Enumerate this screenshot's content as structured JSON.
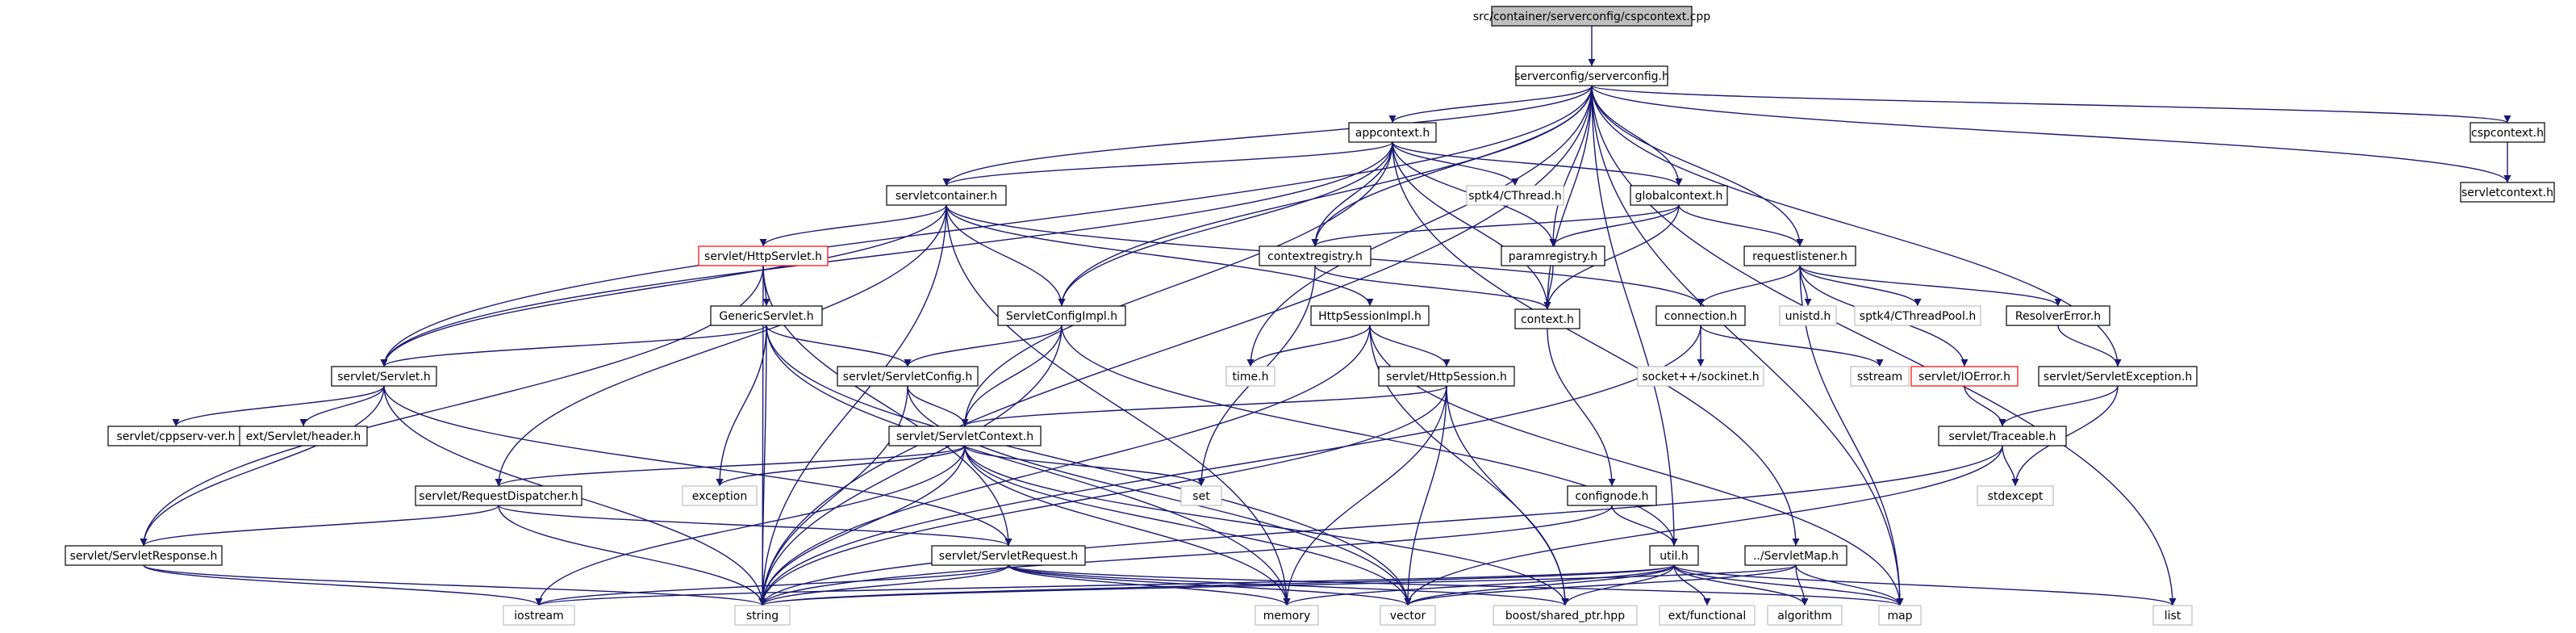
{
  "root_file": "src/container/serverconfig/cspcontext.cpp",
  "colors": {
    "edge": "#191970",
    "node_border_normal": "#000000",
    "node_border_missing": "#bfbfbf",
    "node_border_truncated": "#ff0000",
    "root_fill": "#bfbfbf",
    "text": "#000000"
  },
  "nodes": [
    {
      "id": "root",
      "label": "src/container/serverconfig/cspcontext.cpp",
      "style": "root"
    },
    {
      "id": "serverconfig",
      "label": "serverconfig/serverconfig.h",
      "style": "normal"
    },
    {
      "id": "appcontext",
      "label": "appcontext.h",
      "style": "normal"
    },
    {
      "id": "cspcontext",
      "label": "cspcontext.h",
      "style": "normal"
    },
    {
      "id": "servletcontext_h",
      "label": "servletcontext.h",
      "style": "normal"
    },
    {
      "id": "servletcontainer",
      "label": "servletcontainer.h",
      "style": "normal"
    },
    {
      "id": "cthread",
      "label": "sptk4/CThread.h",
      "style": "missing"
    },
    {
      "id": "globalcontext",
      "label": "globalcontext.h",
      "style": "normal"
    },
    {
      "id": "httpservlet",
      "label": "servlet/HttpServlet.h",
      "style": "truncated"
    },
    {
      "id": "contextregistry",
      "label": "contextregistry.h",
      "style": "normal"
    },
    {
      "id": "paramregistry",
      "label": "paramregistry.h",
      "style": "normal"
    },
    {
      "id": "requestlistener",
      "label": "requestlistener.h",
      "style": "normal"
    },
    {
      "id": "genericservlet",
      "label": "GenericServlet.h",
      "style": "normal"
    },
    {
      "id": "servletconfigimpl",
      "label": "ServletConfigImpl.h",
      "style": "normal"
    },
    {
      "id": "httpsessionimpl",
      "label": "HttpSessionImpl.h",
      "style": "normal"
    },
    {
      "id": "context",
      "label": "context.h",
      "style": "normal"
    },
    {
      "id": "connection",
      "label": "connection.h",
      "style": "normal"
    },
    {
      "id": "unistd",
      "label": "unistd.h",
      "style": "missing"
    },
    {
      "id": "cthreadpool",
      "label": "sptk4/CThreadPool.h",
      "style": "missing"
    },
    {
      "id": "resolvererror",
      "label": "ResolverError.h",
      "style": "normal"
    },
    {
      "id": "servlet",
      "label": "servlet/Servlet.h",
      "style": "normal"
    },
    {
      "id": "servletconfig",
      "label": "servlet/ServletConfig.h",
      "style": "normal"
    },
    {
      "id": "time",
      "label": "time.h",
      "style": "missing"
    },
    {
      "id": "httpsession",
      "label": "servlet/HttpSession.h",
      "style": "normal"
    },
    {
      "id": "socketinet",
      "label": "socket++/sockinet.h",
      "style": "missing"
    },
    {
      "id": "sstream",
      "label": "sstream",
      "style": "missing"
    },
    {
      "id": "ioerror",
      "label": "servlet/IOError.h",
      "style": "truncated"
    },
    {
      "id": "servletexception",
      "label": "servlet/ServletException.h",
      "style": "normal"
    },
    {
      "id": "cppserv_ver",
      "label": "servlet/cppserv-ver.h",
      "style": "normal"
    },
    {
      "id": "ext_header",
      "label": "ext/Servlet/header.h",
      "style": "normal"
    },
    {
      "id": "servletcontext_ns",
      "label": "servlet/ServletContext.h",
      "style": "normal"
    },
    {
      "id": "traceable",
      "label": "servlet/Traceable.h",
      "style": "normal"
    },
    {
      "id": "requestdispatcher",
      "label": "servlet/RequestDispatcher.h",
      "style": "normal"
    },
    {
      "id": "exception",
      "label": "exception",
      "style": "missing"
    },
    {
      "id": "set",
      "label": "set",
      "style": "missing"
    },
    {
      "id": "confignode",
      "label": "confignode.h",
      "style": "normal"
    },
    {
      "id": "stdexcept",
      "label": "stdexcept",
      "style": "missing"
    },
    {
      "id": "servletresponse",
      "label": "servlet/ServletResponse.h",
      "style": "normal"
    },
    {
      "id": "servletrequest",
      "label": "servlet/ServletRequest.h",
      "style": "normal"
    },
    {
      "id": "util",
      "label": "util.h",
      "style": "normal"
    },
    {
      "id": "servletmap",
      "label": "../ServletMap.h",
      "style": "normal"
    },
    {
      "id": "iostream",
      "label": "iostream",
      "style": "missing"
    },
    {
      "id": "string",
      "label": "string",
      "style": "missing"
    },
    {
      "id": "memory",
      "label": "memory",
      "style": "missing"
    },
    {
      "id": "vector",
      "label": "vector",
      "style": "missing"
    },
    {
      "id": "shared_ptr",
      "label": "boost/shared_ptr.hpp",
      "style": "missing"
    },
    {
      "id": "ext_functional",
      "label": "ext/functional",
      "style": "missing"
    },
    {
      "id": "algorithm",
      "label": "algorithm",
      "style": "missing"
    },
    {
      "id": "map",
      "label": "map",
      "style": "missing"
    },
    {
      "id": "list",
      "label": "list",
      "style": "missing"
    }
  ],
  "edges": [
    [
      "root",
      "serverconfig"
    ],
    [
      "serverconfig",
      "appcontext"
    ],
    [
      "serverconfig",
      "cspcontext"
    ],
    [
      "serverconfig",
      "servletcontext_h"
    ],
    [
      "serverconfig",
      "servletcontainer"
    ],
    [
      "serverconfig",
      "globalcontext"
    ],
    [
      "serverconfig",
      "contextregistry"
    ],
    [
      "serverconfig",
      "paramregistry"
    ],
    [
      "serverconfig",
      "requestlistener"
    ],
    [
      "serverconfig",
      "servletconfigimpl"
    ],
    [
      "serverconfig",
      "context"
    ],
    [
      "serverconfig",
      "servlet"
    ],
    [
      "serverconfig",
      "time"
    ],
    [
      "serverconfig",
      "servletexception"
    ],
    [
      "serverconfig",
      "util"
    ],
    [
      "serverconfig",
      "string"
    ],
    [
      "serverconfig",
      "map"
    ],
    [
      "serverconfig",
      "list"
    ],
    [
      "cspcontext",
      "servletcontext_h"
    ],
    [
      "appcontext",
      "servletcontainer"
    ],
    [
      "appcontext",
      "cthread"
    ],
    [
      "appcontext",
      "globalcontext"
    ],
    [
      "appcontext",
      "contextregistry"
    ],
    [
      "appcontext",
      "paramregistry"
    ],
    [
      "appcontext",
      "context"
    ],
    [
      "appcontext",
      "servletconfigimpl"
    ],
    [
      "appcontext",
      "servletcontext_ns"
    ],
    [
      "appcontext",
      "servlet"
    ],
    [
      "appcontext",
      "servletmap"
    ],
    [
      "servletcontainer",
      "httpservlet"
    ],
    [
      "servletcontainer",
      "servlet"
    ],
    [
      "servletcontainer",
      "servletconfigimpl"
    ],
    [
      "servletcontainer",
      "httpsessionimpl"
    ],
    [
      "servletcontainer",
      "connection"
    ],
    [
      "servletcontainer",
      "requestdispatcher"
    ],
    [
      "servletcontainer",
      "string"
    ],
    [
      "servletcontainer",
      "memory"
    ],
    [
      "httpservlet",
      "genericservlet"
    ],
    [
      "httpservlet",
      "servletrequest"
    ],
    [
      "httpservlet",
      "servletresponse"
    ],
    [
      "httpservlet",
      "string"
    ],
    [
      "globalcontext",
      "contextregistry"
    ],
    [
      "globalcontext",
      "paramregistry"
    ],
    [
      "globalcontext",
      "requestlistener"
    ],
    [
      "globalcontext",
      "context"
    ],
    [
      "contextregistry",
      "context"
    ],
    [
      "contextregistry",
      "set"
    ],
    [
      "paramregistry",
      "context"
    ],
    [
      "requestlistener",
      "connection"
    ],
    [
      "requestlistener",
      "unistd"
    ],
    [
      "requestlistener",
      "cthreadpool"
    ],
    [
      "requestlistener",
      "resolvererror"
    ],
    [
      "requestlistener",
      "ioerror"
    ],
    [
      "requestlistener",
      "map"
    ],
    [
      "genericservlet",
      "servlet"
    ],
    [
      "genericservlet",
      "servletconfig"
    ],
    [
      "genericservlet",
      "exception"
    ],
    [
      "genericservlet",
      "string"
    ],
    [
      "genericservlet",
      "memory"
    ],
    [
      "genericservlet",
      "vector"
    ],
    [
      "servletconfigimpl",
      "servletconfig"
    ],
    [
      "servletconfigimpl",
      "servletcontext_ns"
    ],
    [
      "servletconfigimpl",
      "string"
    ],
    [
      "servletconfigimpl",
      "util"
    ],
    [
      "httpsessionimpl",
      "httpsession"
    ],
    [
      "httpsessionimpl",
      "time"
    ],
    [
      "httpsessionimpl",
      "string"
    ],
    [
      "httpsessionimpl",
      "map"
    ],
    [
      "httpsessionimpl",
      "shared_ptr"
    ],
    [
      "context",
      "confignode"
    ],
    [
      "connection",
      "socketinet"
    ],
    [
      "connection",
      "sstream"
    ],
    [
      "connection",
      "string"
    ],
    [
      "resolvererror",
      "servletexception"
    ],
    [
      "servletexception",
      "traceable"
    ],
    [
      "servletexception",
      "stdexcept"
    ],
    [
      "ioerror",
      "traceable"
    ],
    [
      "servlet",
      "cppserv_ver"
    ],
    [
      "servlet",
      "ext_header"
    ],
    [
      "servlet",
      "servletresponse"
    ],
    [
      "servlet",
      "servletrequest"
    ],
    [
      "servlet",
      "string"
    ],
    [
      "servletconfig",
      "servletcontext_ns"
    ],
    [
      "servletconfig",
      "string"
    ],
    [
      "servletconfig",
      "vector"
    ],
    [
      "httpsession",
      "servletcontext_ns"
    ],
    [
      "httpsession",
      "string"
    ],
    [
      "httpsession",
      "memory"
    ],
    [
      "httpsession",
      "vector"
    ],
    [
      "httpsession",
      "shared_ptr"
    ],
    [
      "servletcontext_ns",
      "requestdispatcher"
    ],
    [
      "servletcontext_ns",
      "exception"
    ],
    [
      "servletcontext_ns",
      "set"
    ],
    [
      "servletcontext_ns",
      "iostream"
    ],
    [
      "servletcontext_ns",
      "string"
    ],
    [
      "servletcontext_ns",
      "memory"
    ],
    [
      "servletcontext_ns",
      "vector"
    ],
    [
      "servletcontext_ns",
      "shared_ptr"
    ],
    [
      "traceable",
      "stdexcept"
    ],
    [
      "traceable",
      "string"
    ],
    [
      "traceable",
      "vector"
    ],
    [
      "requestdispatcher",
      "servletresponse"
    ],
    [
      "requestdispatcher",
      "servletrequest"
    ],
    [
      "requestdispatcher",
      "string"
    ],
    [
      "confignode",
      "util"
    ],
    [
      "confignode",
      "string"
    ],
    [
      "servletresponse",
      "iostream"
    ],
    [
      "servletresponse",
      "string"
    ],
    [
      "servletrequest",
      "iostream"
    ],
    [
      "servletrequest",
      "string"
    ],
    [
      "servletrequest",
      "memory"
    ],
    [
      "servletrequest",
      "vector"
    ],
    [
      "servletrequest",
      "map"
    ],
    [
      "servletrequest",
      "shared_ptr"
    ],
    [
      "util",
      "string"
    ],
    [
      "util",
      "vector"
    ],
    [
      "util",
      "memory"
    ],
    [
      "util",
      "shared_ptr"
    ],
    [
      "util",
      "ext_functional"
    ],
    [
      "util",
      "algorithm"
    ],
    [
      "util",
      "map"
    ],
    [
      "util",
      "list"
    ],
    [
      "util",
      "iostream"
    ],
    [
      "servletmap",
      "string"
    ],
    [
      "servletmap",
      "map"
    ],
    [
      "servletmap",
      "algorithm"
    ],
    [
      "servletmap",
      "vector"
    ]
  ]
}
